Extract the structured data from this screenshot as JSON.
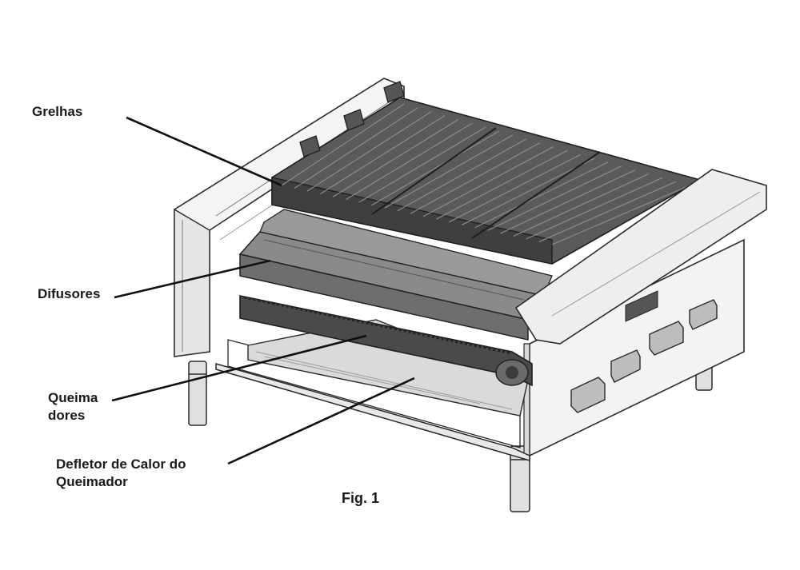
{
  "labels": {
    "grates": "Grelhas",
    "diffusers": "Difusores",
    "burners": "Queima\ndores",
    "deflector": "Defletor de Calor do\nQueimador"
  },
  "figure_caption": "Fig. 1",
  "colors": {
    "line": "#2a2a2a",
    "grate": "#5e5e5e",
    "grate_dark": "#3e3e3e",
    "diffuser": "#7a7a7a",
    "burner": "#4a4a4a",
    "panel": "#f2f2f2",
    "panel_shade": "#dcdcdc"
  }
}
